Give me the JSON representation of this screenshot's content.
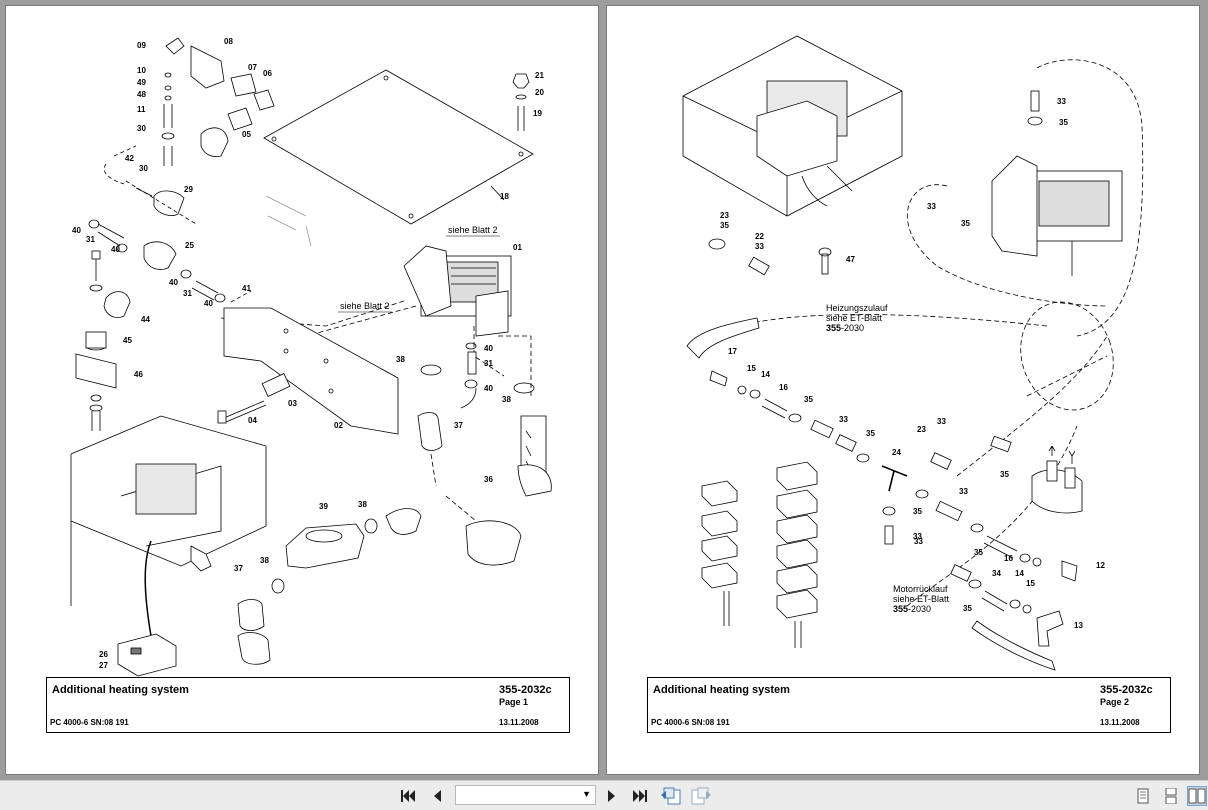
{
  "pages": [
    {
      "title": "Additional heating system",
      "doc_number": "355-2032c",
      "page_label": "Page 1",
      "machine": "PC 4000-6 SN:08 191",
      "date": "13.11.2008",
      "notes": {
        "siehe_blatt_a": "siehe Blatt 2",
        "siehe_blatt_b": "siehe Blatt 2"
      },
      "callouts": {
        "c09": "09",
        "c08": "08",
        "c10": "10",
        "c49": "49",
        "c48": "48",
        "c11": "11",
        "c30a": "30",
        "c07": "07",
        "c06": "06",
        "c05": "05",
        "c42": "42",
        "c30b": "30",
        "c29": "29",
        "c40a": "40",
        "c31a": "31",
        "c40b": "40",
        "c25": "25",
        "c40c": "40",
        "c31b": "31",
        "c40d": "40",
        "c41": "41",
        "c44": "44",
        "c45": "45",
        "c46": "46",
        "c21": "21",
        "c20": "20",
        "c19": "19",
        "c18": "18",
        "c01": "01",
        "c38a": "38",
        "c40e": "40",
        "c31c": "31",
        "c40f": "40",
        "c38b": "38",
        "c04": "04",
        "c03": "03",
        "c02": "02",
        "c37a": "37",
        "c36": "36",
        "c39": "39",
        "c38c": "38",
        "c38d": "38",
        "c37b": "37",
        "c26": "26",
        "c27": "27"
      }
    },
    {
      "title": "Additional heating system",
      "doc_number": "355-2032c",
      "page_label": "Page 2",
      "machine": "PC 4000-6 SN:08 191",
      "date": "13.11.2008",
      "notes": {
        "zulauf_1": "Heizungszulauf",
        "zulauf_2": "siehe ET-Blatt",
        "zulauf_3a": "355",
        "zulauf_3b": "-2030",
        "ruecklauf_1": "Motorrücklauf",
        "ruecklauf_2": "siehe ET-Blatt",
        "ruecklauf_3a": "355",
        "ruecklauf_3b": "-2030"
      },
      "callouts": {
        "c33a": "33",
        "c35a": "35",
        "c33b": "33",
        "c35b": "35",
        "c23a": "23",
        "c35c": "35",
        "c22": "22",
        "c33c": "33",
        "c47": "47",
        "c17": "17",
        "c15a": "15",
        "c14a": "14",
        "c16a": "16",
        "c35d": "35",
        "c33d": "33",
        "c35e": "35",
        "c23b": "23",
        "c33e": "33",
        "c35f": "35",
        "c24": "24",
        "c35g": "35",
        "c33f": "33",
        "c33g": "33",
        "c35h": "35",
        "c16b": "16",
        "c14b": "14",
        "c15b": "15",
        "c12": "12",
        "c34": "34",
        "c35i": "35",
        "c13": "13",
        "c33h": "33"
      }
    }
  ],
  "toolbar": {
    "first_icon": "first-page-icon",
    "prev_icon": "previous-page-icon",
    "page_select_value": "",
    "next_icon": "next-page-icon",
    "last_icon": "last-page-icon",
    "view_icons": [
      "single-page-view-icon",
      "continuous-view-icon",
      "two-page-view-icon"
    ]
  },
  "colors": {
    "viewer_bg": "#9d9d9d",
    "toolbar_bg": "#ececec",
    "active_view": "#c7d7ea"
  }
}
